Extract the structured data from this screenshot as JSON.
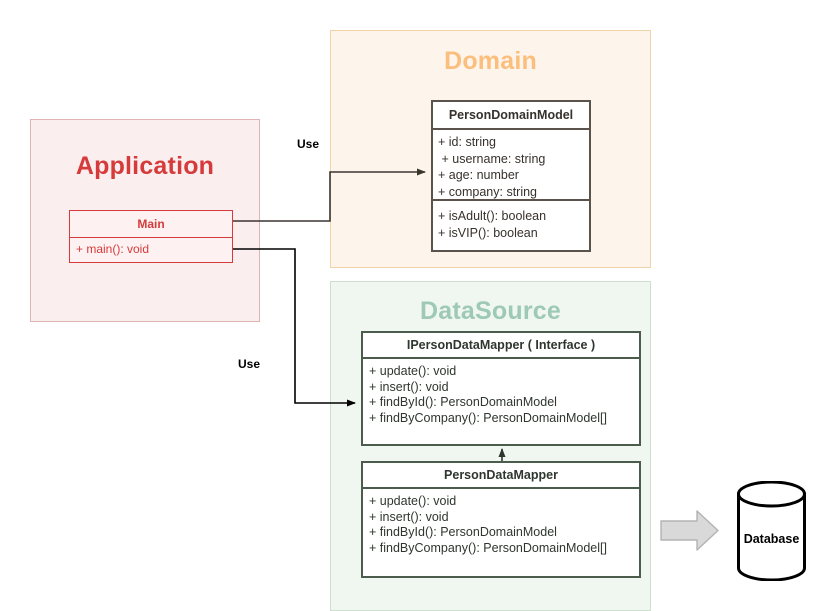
{
  "diagram": {
    "title": "Layered architecture UML class diagram",
    "colors": {
      "application_accent": "#d63b3b",
      "domain_accent": "#fbbe7c",
      "datasource_accent": "#9dc9b5",
      "class_outline": "#5b534b",
      "arrow_block": "#d9d9d9"
    }
  },
  "packages": {
    "application": {
      "title": "Application",
      "classes": [
        {
          "name": "Main",
          "attributes": [],
          "operations": [
            "+ main(): void"
          ]
        }
      ]
    },
    "domain": {
      "title": "Domain",
      "classes": [
        {
          "name": "PersonDomainModel",
          "attributes": [
            "+ id: string",
            " + username: string",
            "+ age: number",
            "+ company: string"
          ],
          "operations": [
            "+ isAdult(): boolean",
            "+ isVIP(): boolean"
          ]
        }
      ]
    },
    "datasource": {
      "title": "DataSource",
      "classes": [
        {
          "name": "IPersonDataMapper ( Interface )",
          "operations": [
            "+ update(): void",
            "+ insert(): void",
            "+ findById(): PersonDomainModel",
            "+ findByCompany(): PersonDomainModel[]"
          ]
        },
        {
          "name": "PersonDataMapper",
          "operations": [
            "+ update(): void",
            "+ insert(): void",
            "+ findById(): PersonDomainModel",
            "+ findByCompany(): PersonDomainModel[]"
          ]
        }
      ]
    }
  },
  "connectors": [
    {
      "id": "use-domain",
      "label": "Use",
      "from": "Main",
      "to": "PersonDomainModel"
    },
    {
      "id": "use-datasource",
      "label": "Use",
      "from": "Main",
      "to": "IPersonDataMapper"
    },
    {
      "id": "realization",
      "label": "",
      "from": "PersonDataMapper",
      "to": "IPersonDataMapper"
    },
    {
      "id": "persistence",
      "label": "",
      "from": "PersonDataMapper",
      "to": "Database"
    }
  ],
  "external": {
    "database": {
      "label": "Database"
    }
  }
}
